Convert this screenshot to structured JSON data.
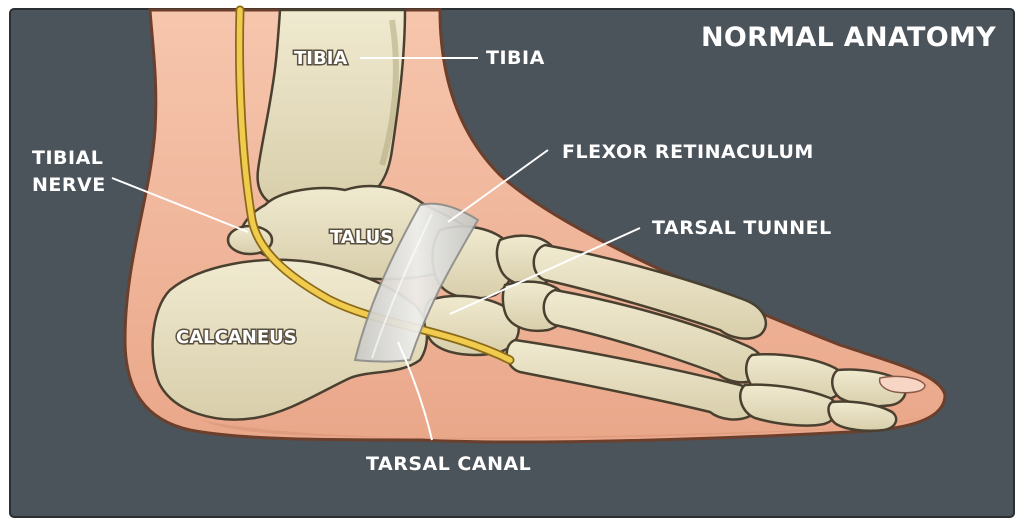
{
  "title": "NORMAL ANATOMY",
  "colors": {
    "background": "#4b535b",
    "skin": "#f2b89e",
    "bone": "#e7dfbf",
    "nerve": "#f1cb4d",
    "retinaculum": "#d9d9d6"
  },
  "labels": {
    "tibia_on_bone": "TIBIA",
    "tibia_callout": "TIBIA",
    "tibial_nerve_line1": "TIBIAL",
    "tibial_nerve_line2": "NERVE",
    "flexor_retinaculum": "FLEXOR RETINACULUM",
    "tarsal_tunnel": "TARSAL TUNNEL",
    "talus": "TALUS",
    "calcaneus": "CALCANEUS",
    "tarsal_canal": "TARSAL CANAL"
  }
}
